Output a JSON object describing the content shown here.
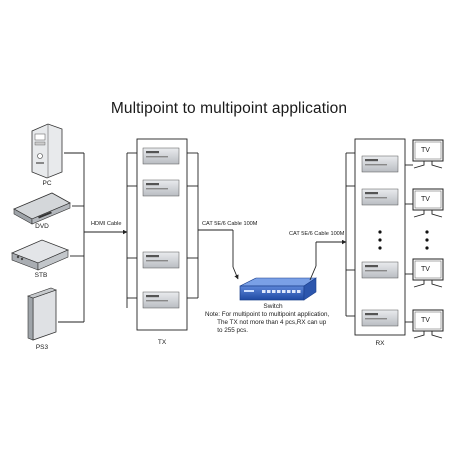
{
  "title": "Multipoint to multipoint  application",
  "sources": [
    {
      "label": "PC",
      "icon": "pc-tower-icon"
    },
    {
      "label": "DVD",
      "icon": "dvd-player-icon"
    },
    {
      "label": "STB",
      "icon": "set-top-box-icon"
    },
    {
      "label": "PS3",
      "icon": "game-console-icon"
    }
  ],
  "hdmi_cable_label": "HDMI Cable",
  "tx_label": "TX",
  "rx_label": "RX",
  "cat_cable_label_tx": "CAT 5E/6 Cable 100M",
  "cat_cable_label_rx": "CAT 5E/6 Cable 100M",
  "switch_label": "Switch",
  "note_lines": [
    "Note: For multipoint to multipoint application,",
    "       The TX not more than 4 pcs,RX can up",
    "       to 255 pcs."
  ],
  "tv_label": "TV",
  "tv_count": 4,
  "colors": {
    "line": "#222222",
    "switch_body": "#2a59b8",
    "device_grey": "#bfc3c7",
    "unit_face": "#6b6f73"
  }
}
